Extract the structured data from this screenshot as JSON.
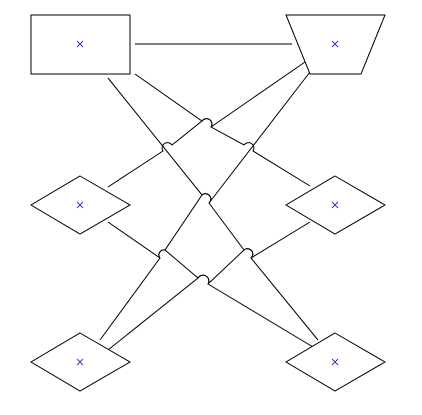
{
  "diagram": {
    "nodes": [
      {
        "id": "n1",
        "shape": "rectangle"
      },
      {
        "id": "n2",
        "shape": "trapezoid"
      },
      {
        "id": "n3",
        "shape": "diamond"
      },
      {
        "id": "n4",
        "shape": "diamond"
      },
      {
        "id": "n5",
        "shape": "diamond"
      },
      {
        "id": "n6",
        "shape": "diamond"
      }
    ],
    "edges": [
      {
        "from": "n1",
        "to": "n2"
      },
      {
        "from": "n1",
        "to": "n4"
      },
      {
        "from": "n1",
        "to": "n6"
      },
      {
        "from": "n2",
        "to": "n3"
      },
      {
        "from": "n2",
        "to": "n5"
      },
      {
        "from": "n3",
        "to": "n6"
      },
      {
        "from": "n4",
        "to": "n5"
      }
    ],
    "center_marker_color": "#3333cc",
    "stroke_color": "#000000"
  }
}
